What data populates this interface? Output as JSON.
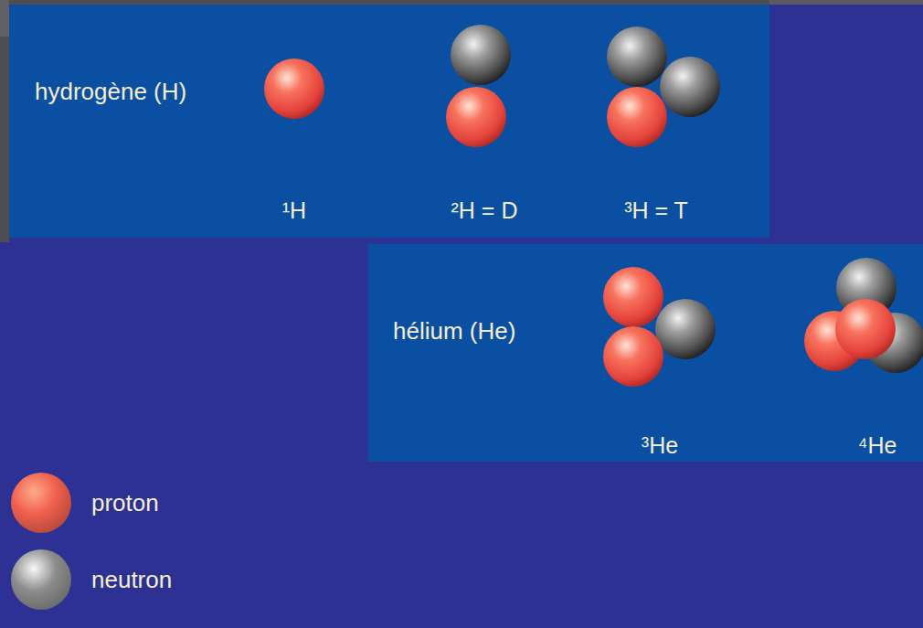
{
  "diagram": {
    "nodes": [
      {
        "text": [
          "hydrogène (H)"
        ]
      },
      {
        "text": [
          "hélium (He)"
        ]
      }
    ],
    "labels": [
      "¹H",
      "²H = D",
      "³H = T",
      "³He",
      "⁴He"
    ],
    "legend": [
      {
        "text": "proton",
        "color": "#f0604e"
      },
      {
        "text": "neutron",
        "color": "#8c8c8c"
      }
    ]
  }
}
